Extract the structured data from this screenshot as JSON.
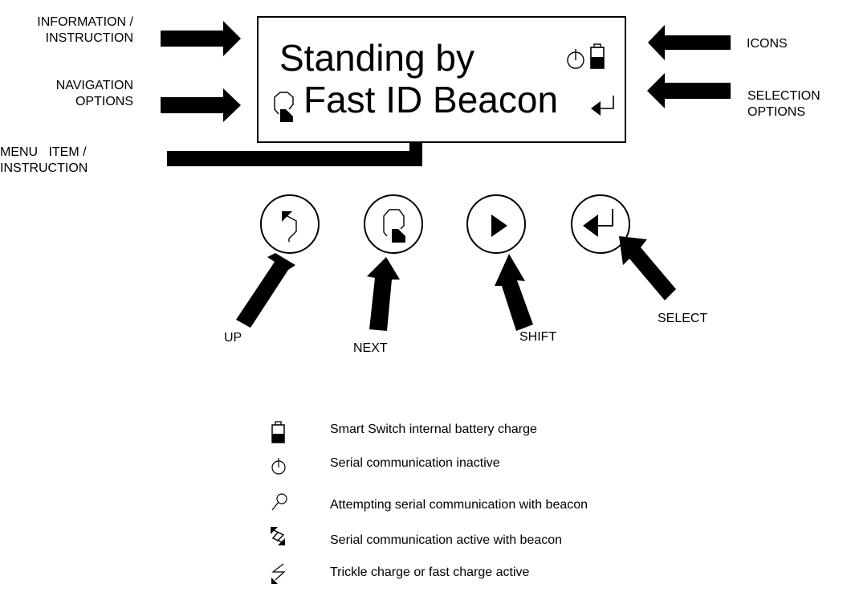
{
  "callouts": {
    "information_instruction": "INFORMATION /\nINSTRUCTION",
    "navigation_options": "NAVIGATION\nOPTIONS",
    "menu_item_instruction": "MENU   ITEM /\nINSTRUCTION",
    "icons": "ICONS",
    "selection_options": "SELECTION\nOPTIONS"
  },
  "display": {
    "line1": "Standing by",
    "line2": "Fast ID Beacon"
  },
  "buttons": {
    "up": "UP",
    "next": "NEXT",
    "shift": "SHIFT",
    "select": "SELECT"
  },
  "legend": [
    {
      "icon": "battery-icon",
      "text": "Smart Switch internal battery charge"
    },
    {
      "icon": "power-icon",
      "text": "Serial communication inactive"
    },
    {
      "icon": "magnifier-icon",
      "text": "Attempting serial communication with beacon"
    },
    {
      "icon": "sync-arrows-icon",
      "text": "Serial communication active with beacon"
    },
    {
      "icon": "lightning-charge-icon",
      "text": "Trickle charge or fast charge active"
    }
  ]
}
